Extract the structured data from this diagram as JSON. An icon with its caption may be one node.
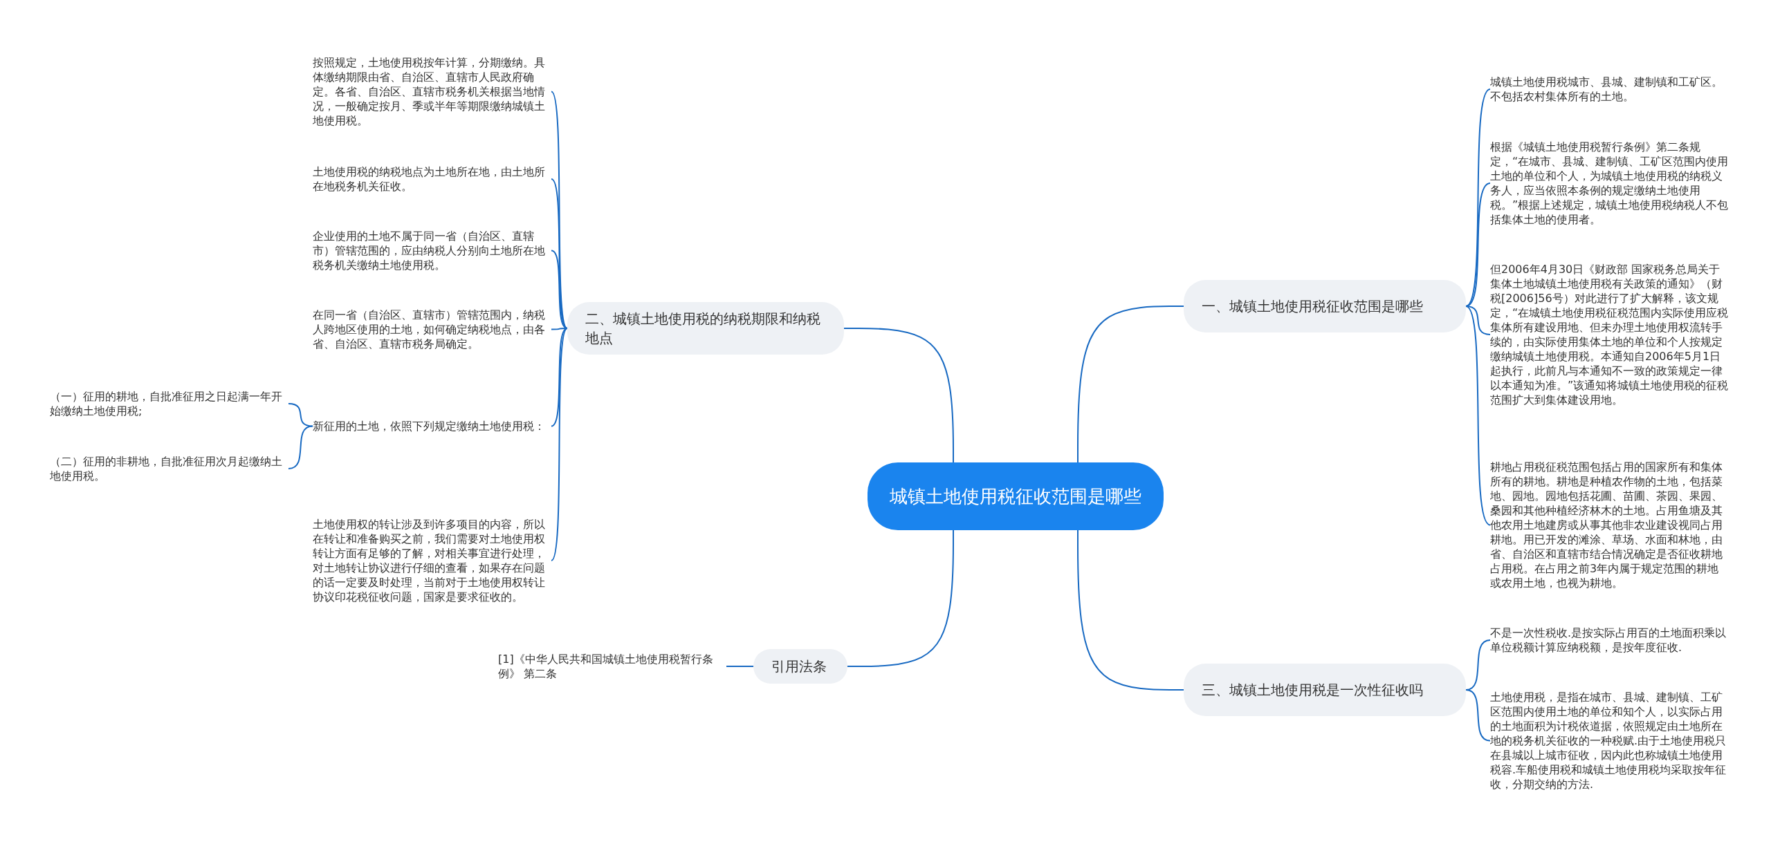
{
  "diagram": {
    "nodes": [
      {
        "text": [
          "城镇土地使用税征收范围是哪些"
        ]
      },
      {
        "text": [
          "二、城镇土地使用税的纳税期限和纳税地点"
        ]
      },
      {
        "text": [
          "按照规定，土地使用税按年计算，分期缴纳。具体缴纳期限由省、自治区、直辖市人民政府确定。各省、自治区、直辖市税务机关根据当地情况，一般确定按月、季或半年等期限缴纳城镇土地使用税。"
        ]
      },
      {
        "text": [
          "土地使用税的纳税地点为土地所在地，由土地所在地税务机关征收。"
        ]
      },
      {
        "text": [
          "企业使用的土地不属于同一省（自治区、直辖市）管辖范围的，应由纳税人分别向土地所在地税务机关缴纳土地使用税。"
        ]
      },
      {
        "text": [
          "在同一省（自治区、直辖市）管辖范围内，纳税人跨地区使用的土地，如何确定纳税地点，由各省、自治区、直辖市税务局确定。"
        ]
      },
      {
        "text": [
          "新征用的土地，依照下列规定缴纳土地使用税："
        ]
      },
      {
        "text": [
          "土地使用权的转让涉及到许多项目的内容，所以在转让和准备购买之前，我们需要对土地使用权转让方面有足够的了解，对相关事宜进行处理，对土地转让协议进行仔细的查看，如果存在问题的话一定要及时处理，当前对于土地使用权转让协议印花税征收问题，国家是要求征收的。"
        ]
      },
      {
        "text": [
          "（一）征用的耕地，自批准征用之日起满一年开始缴纳土地使用税;"
        ]
      },
      {
        "text": [
          "（二）征用的非耕地，自批准征用次月起缴纳土地使用税。"
        ]
      },
      {
        "text": [
          "引用法条"
        ]
      },
      {
        "text": [
          "[1]《中华人民共和国城镇土地使用税暂行条例》 第二条"
        ]
      },
      {
        "text": [
          "一、城镇土地使用税征收范围是哪些"
        ]
      },
      {
        "text": [
          "城镇土地使用税城市、县城、建制镇和工矿区。不包括农村集体所有的土地。"
        ]
      },
      {
        "text": [
          "根据《城镇土地使用税暂行条例》第二条规定，“在城市、县城、建制镇、工矿区范围内使用土地的单位和个人，为城镇土地使用税的纳税义务人，应当依照本条例的规定缴纳土地使用税。”根据上述规定，城镇土地使用税纳税人不包括集体土地的使用者。"
        ]
      },
      {
        "text": [
          "但2006年4月30日《财政部 国家税务总局关于集体土地城镇土地使用税有关政策的通知》（财税[2006]56号）对此进行了扩大解释，该文规定，“在城镇土地使用税征税范围内实际使用应税集体所有建设用地、但未办理土地使用权流转手续的，由实际使用集体土地的单位和个人按规定缴纳城镇土地使用税。本通知自2006年5月1日起执行，此前凡与本通知不一致的政策规定一律以本通知为准。”该通知将城镇土地使用税的征税范围扩大到集体建设用地。"
        ]
      },
      {
        "text": [
          "耕地占用税征税范围包括占用的国家所有和集体所有的耕地。耕地是种植农作物的土地，包括菜地、园地。园地包括花圃、苗圃、茶园、果园、桑园和其他种植经济林木的土地。占用鱼塘及其他农用土地建房或从事其他非农业建设视同占用耕地。用已开发的滩涂、草场、水面和林地，由省、自治区和直辖市结合情况确定是否征收耕地占用税。在占用之前3年内属于规定范围的耕地或农用土地，也视为耕地。"
        ]
      },
      {
        "text": [
          "三、城镇土地使用税是一次性征收吗"
        ]
      },
      {
        "text": [
          "不是一次性税收.是按实际占用百的土地面积乘以单位税额计算应纳税额，是按年度征收."
        ]
      },
      {
        "text": [
          "土地使用税，是指在城市、县城、建制镇、工矿区范围内使用土地的单位和知个人，以实际占用的土地面积为计税依道据，依照规定由土地所在地的税务机关征收的一种税赋.由于土地使用税只在县城以上城市征收，因内此也称城镇土地使用税容.车船使用税和城镇土地使用税均采取按年征收，分期交纳的方法."
        ]
      }
    ],
    "edges": [
      {
        "from": 0,
        "to": 1,
        "arrow": "none"
      },
      {
        "from": 1,
        "to": 2,
        "arrow": "none"
      },
      {
        "from": 1,
        "to": 3,
        "arrow": "none"
      },
      {
        "from": 1,
        "to": 4,
        "arrow": "none"
      },
      {
        "from": 1,
        "to": 5,
        "arrow": "none"
      },
      {
        "from": 1,
        "to": 6,
        "arrow": "none"
      },
      {
        "from": 1,
        "to": 7,
        "arrow": "none"
      },
      {
        "from": 6,
        "to": 8,
        "arrow": "none"
      },
      {
        "from": 6,
        "to": 9,
        "arrow": "none"
      },
      {
        "from": 0,
        "to": 10,
        "arrow": "none"
      },
      {
        "from": 10,
        "to": 11,
        "arrow": "none"
      },
      {
        "from": 0,
        "to": 12,
        "arrow": "none"
      },
      {
        "from": 12,
        "to": 13,
        "arrow": "none"
      },
      {
        "from": 12,
        "to": 14,
        "arrow": "none"
      },
      {
        "from": 12,
        "to": 15,
        "arrow": "none"
      },
      {
        "from": 12,
        "to": 16,
        "arrow": "none"
      },
      {
        "from": 0,
        "to": 17,
        "arrow": "none"
      },
      {
        "from": 17,
        "to": 18,
        "arrow": "none"
      },
      {
        "from": 17,
        "to": 19,
        "arrow": "none"
      }
    ]
  }
}
